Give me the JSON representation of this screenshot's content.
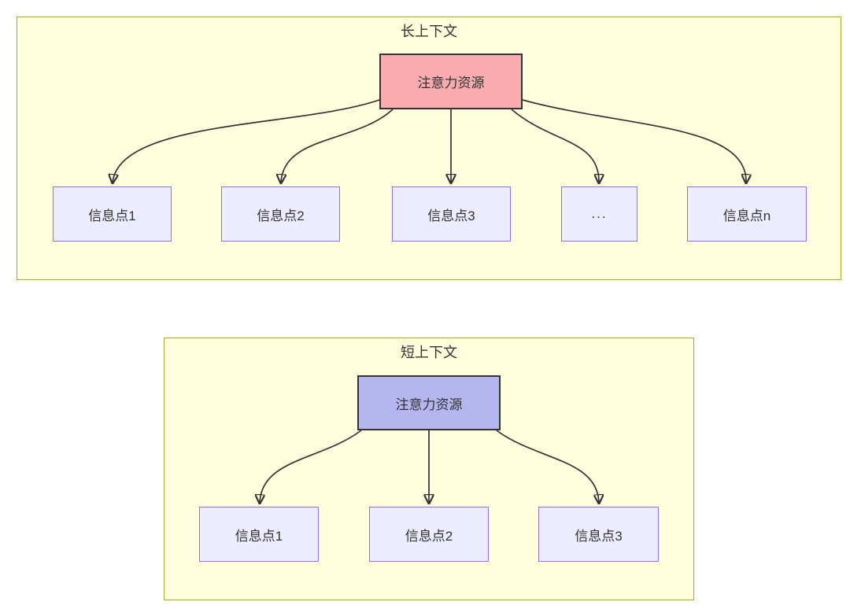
{
  "diagram_type": "attention-allocation comparison flowchart",
  "panels": [
    {
      "title": "长上下文",
      "root_label": "注意力资源",
      "children": [
        "信息点1",
        "信息点2",
        "信息点3",
        "...",
        "信息点n"
      ]
    },
    {
      "title": "短上下文",
      "root_label": "注意力资源",
      "children": [
        "信息点1",
        "信息点2",
        "信息点3"
      ]
    }
  ],
  "colors": {
    "panel_fill": "#ffffde",
    "panel_border": "#aaaa33",
    "node_fill": "#ececff",
    "node_border": "#9370db",
    "long_root_fill": "#f9abae",
    "short_root_fill": "#b5b5f0",
    "root_border": "#333333",
    "arrow": "#333333",
    "text": "#333333"
  }
}
